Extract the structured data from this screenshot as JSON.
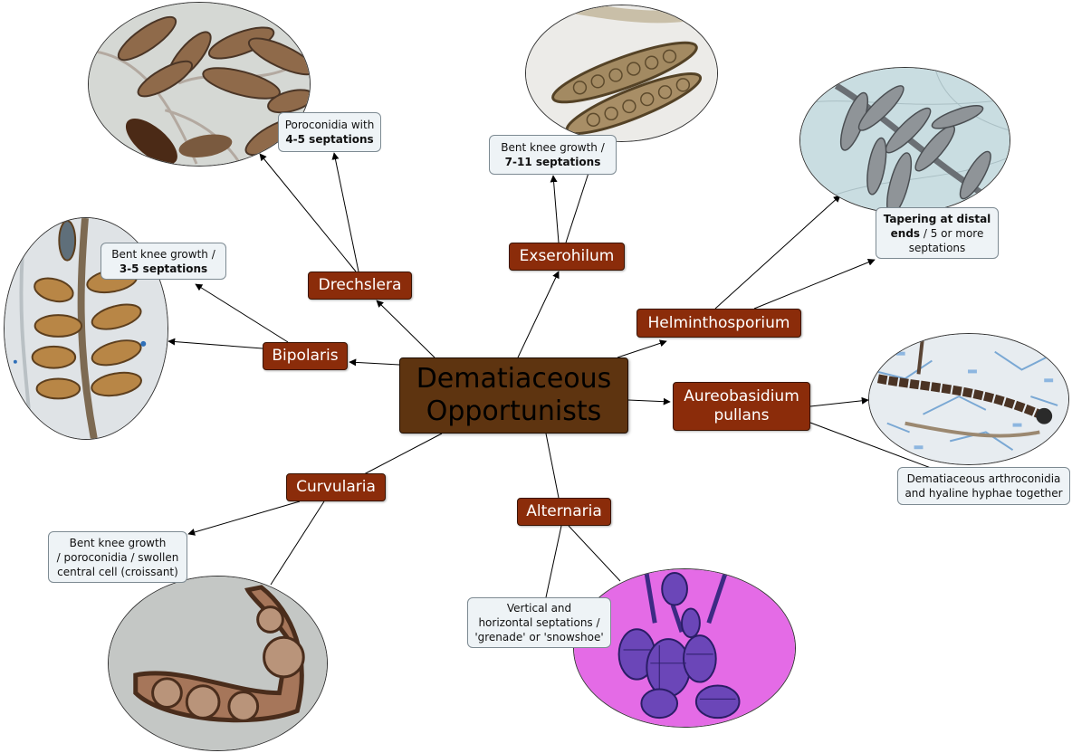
{
  "center": {
    "line1": "Dematiaceous",
    "line2": "Opportunists"
  },
  "nodes": {
    "drechslera": "Drechslera",
    "exserohilum": "Exserohilum",
    "bipolaris": "Bipolaris",
    "helminthosporium": "Helminthosporium",
    "aureobasidium_line1": "Aureobasidium",
    "aureobasidium_line2": "pullans",
    "curvularia": "Curvularia",
    "alternaria": "Alternaria"
  },
  "notes": {
    "drechslera": {
      "plain": "Poroconidia with",
      "bold": "4-5 septations"
    },
    "exserohilum": {
      "plain": "Bent knee growth /",
      "bold": "7-11 septations"
    },
    "bipolaris": {
      "plain": "Bent knee growth /",
      "bold": "3-5 septations"
    },
    "helminthosporium": {
      "bold_line1": "Tapering at distal",
      "bold_line2": "ends",
      "plain_tail": " / 5 or more",
      "plain_line3": "septations"
    },
    "aureobasidium": {
      "line1": "Dematiaceous arthroconidia",
      "line2": "and hyaline hyphae together"
    },
    "curvularia": {
      "line1": "Bent knee growth",
      "line2": "/ poroconidia / swollen",
      "line3": "central cell (croissant)"
    },
    "alternaria": {
      "line1": "Vertical and",
      "line2": "horizontal septations /",
      "line3": "'grenade' or 'snowshoe'"
    }
  },
  "photos": {
    "drechslera": "drechslera-micrograph",
    "exserohilum": "exserohilum-micrograph",
    "bipolaris": "bipolaris-micrograph",
    "helminthosporium": "helminthosporium-micrograph",
    "aureobasidium": "aureobasidium-micrograph",
    "curvularia": "curvularia-micrograph",
    "alternaria": "alternaria-micrograph"
  },
  "colors": {
    "node_fill": "#8b2c0a",
    "center_fill": "#5e3410",
    "note_fill": "#eef3f6",
    "alternaria_stain": "#e46be6"
  }
}
